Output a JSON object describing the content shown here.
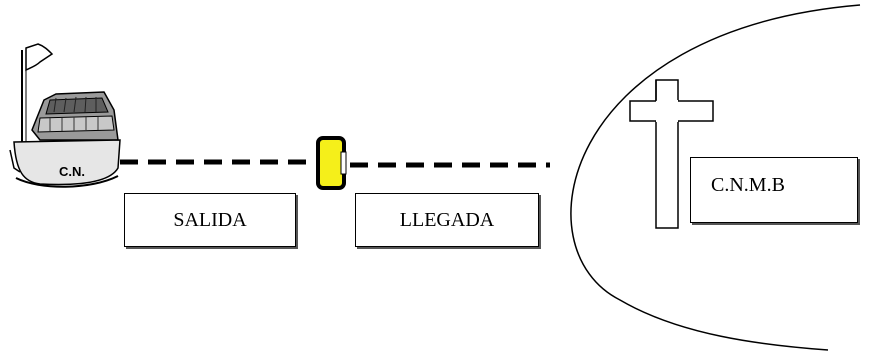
{
  "labels": {
    "boat_name": "C.N.",
    "departure": "SALIDA",
    "arrival": "LLEGADA",
    "destination": "C.N.M.B"
  },
  "icons": {
    "boat": "boat-icon",
    "flag": "flag-icon",
    "marker": "swimmer-marker-icon",
    "cross": "cross-icon"
  },
  "colors": {
    "marker_fill": "#f5ef1a",
    "line": "#000000"
  }
}
